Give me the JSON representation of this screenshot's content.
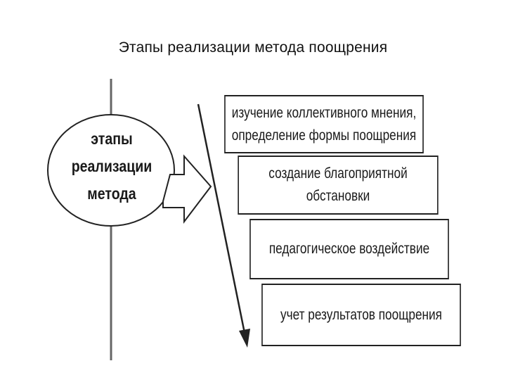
{
  "title": "Этапы реализации метода поощрения",
  "central_node": {
    "lines": [
      "этапы",
      "реализации",
      "метода"
    ]
  },
  "stages": [
    {
      "lines": [
        "изучение коллективного мнения,",
        "определение формы поощрения"
      ]
    },
    {
      "lines": [
        "создание благоприятной",
        "обстановки"
      ]
    },
    {
      "lines": [
        "педагогическое воздействие"
      ]
    },
    {
      "lines": [
        "учет результатов поощрения"
      ]
    }
  ],
  "colors": {
    "line": "#222222",
    "axis": "#555555",
    "background": "#ffffff"
  }
}
